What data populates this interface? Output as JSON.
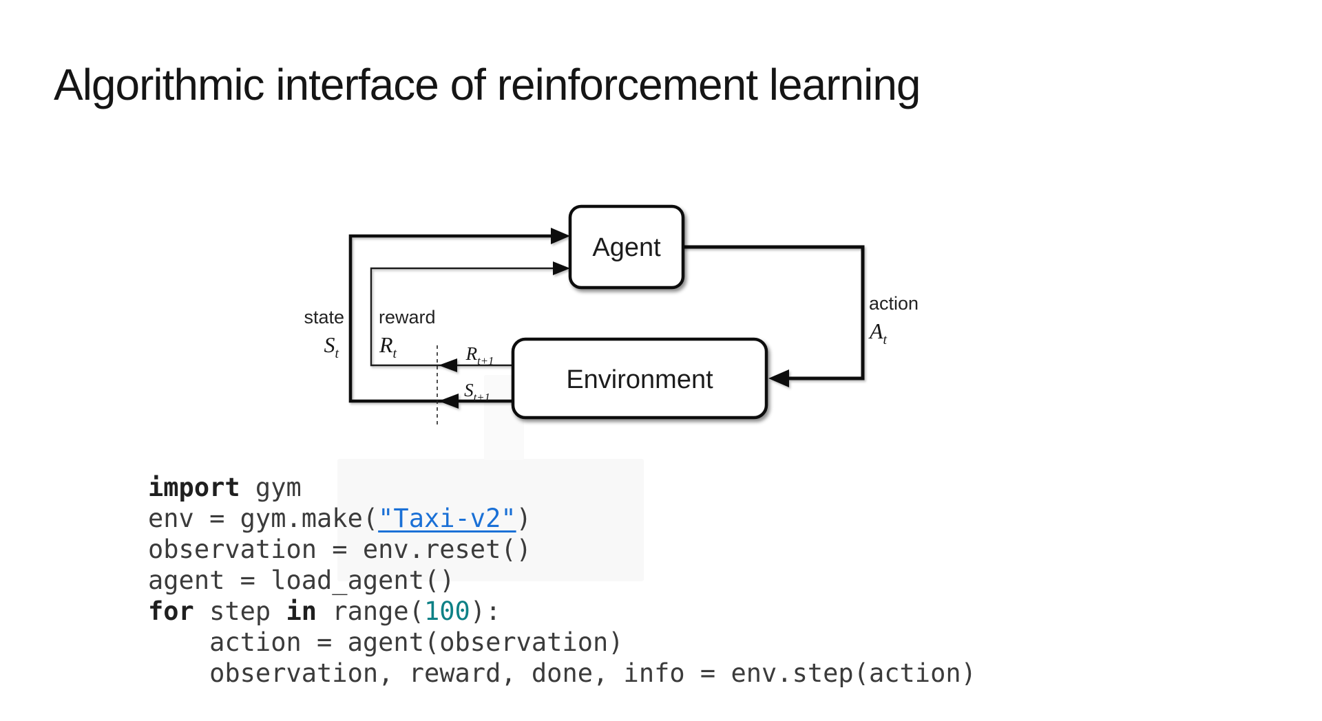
{
  "slide": {
    "title": "Algorithmic interface of reinforcement learning"
  },
  "diagram": {
    "agent": {
      "label": "Agent"
    },
    "environment": {
      "label": "Environment"
    },
    "state": {
      "label": "state",
      "symbol": "S",
      "sub": "t"
    },
    "reward": {
      "label": "reward",
      "symbol": "R",
      "sub": "t"
    },
    "action": {
      "label": "action",
      "symbol": "A",
      "sub": "t"
    },
    "next_reward": {
      "symbol": "R",
      "sub": "t+1"
    },
    "next_state": {
      "symbol": "S",
      "sub": "t+1"
    }
  },
  "code": {
    "colors": {
      "text": "#3b3b3b",
      "keyword": "#1f1f1f",
      "number": "#0e8186",
      "link": "#1a70d6"
    },
    "lines": [
      {
        "tokens": [
          {
            "text": "import",
            "style": "kw"
          },
          {
            "text": " gym",
            "style": "plain"
          }
        ]
      },
      {
        "tokens": [
          {
            "text": "env = gym.make(",
            "style": "plain"
          },
          {
            "text": "\"Taxi-v2\"",
            "style": "link",
            "name": "taxi-v2-link",
            "interactable": true
          },
          {
            "text": ")",
            "style": "plain"
          }
        ]
      },
      {
        "tokens": [
          {
            "text": "observation = env.reset()",
            "style": "plain"
          }
        ]
      },
      {
        "tokens": [
          {
            "text": "agent = load_agent()",
            "style": "plain"
          }
        ]
      },
      {
        "tokens": [
          {
            "text": "for",
            "style": "kw"
          },
          {
            "text": " step ",
            "style": "plain"
          },
          {
            "text": "in",
            "style": "kw"
          },
          {
            "text": " range(",
            "style": "plain"
          },
          {
            "text": "100",
            "style": "num"
          },
          {
            "text": "):",
            "style": "plain"
          }
        ]
      },
      {
        "tokens": [
          {
            "text": "    action = agent(observation)",
            "style": "plain"
          }
        ]
      },
      {
        "tokens": [
          {
            "text": "    observation, reward, done, info = env.step(action)",
            "style": "plain"
          }
        ]
      }
    ]
  }
}
